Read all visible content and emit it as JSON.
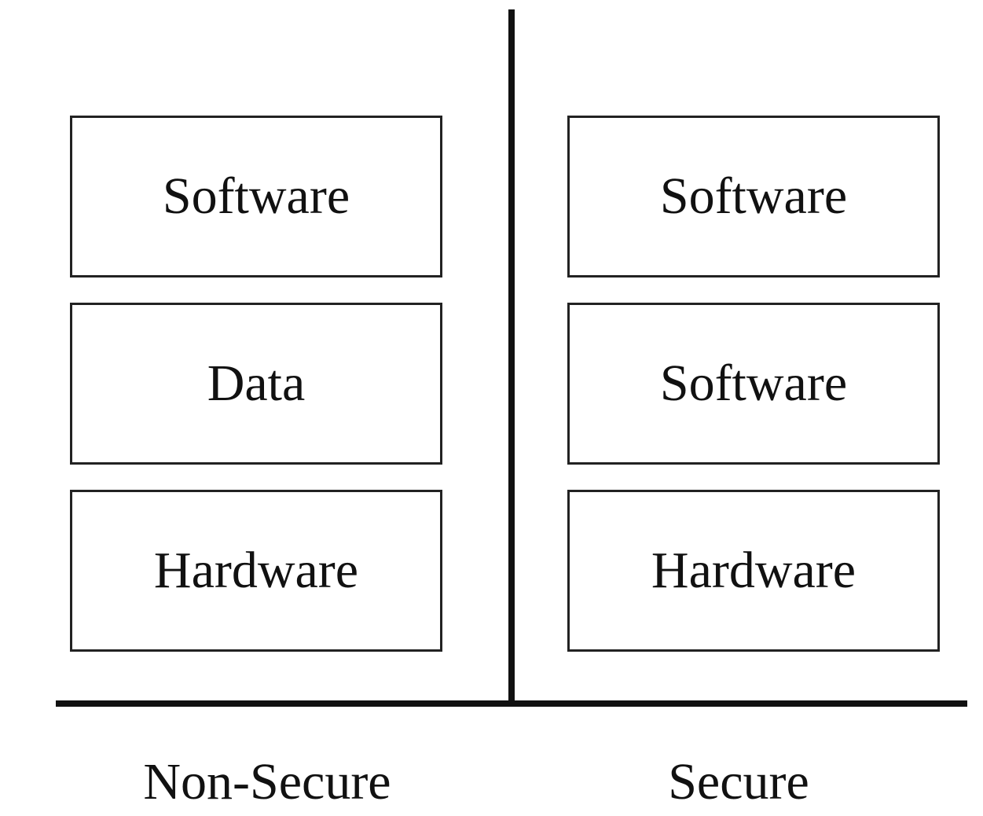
{
  "non_secure": {
    "label": "Non-Secure",
    "layers": [
      "Software",
      "Data",
      "Hardware"
    ]
  },
  "secure": {
    "label": "Secure",
    "layers": [
      "Software",
      "Software",
      "Hardware"
    ]
  },
  "colors": {
    "line": "#111111",
    "box_border": "#222222",
    "background": "#ffffff"
  }
}
